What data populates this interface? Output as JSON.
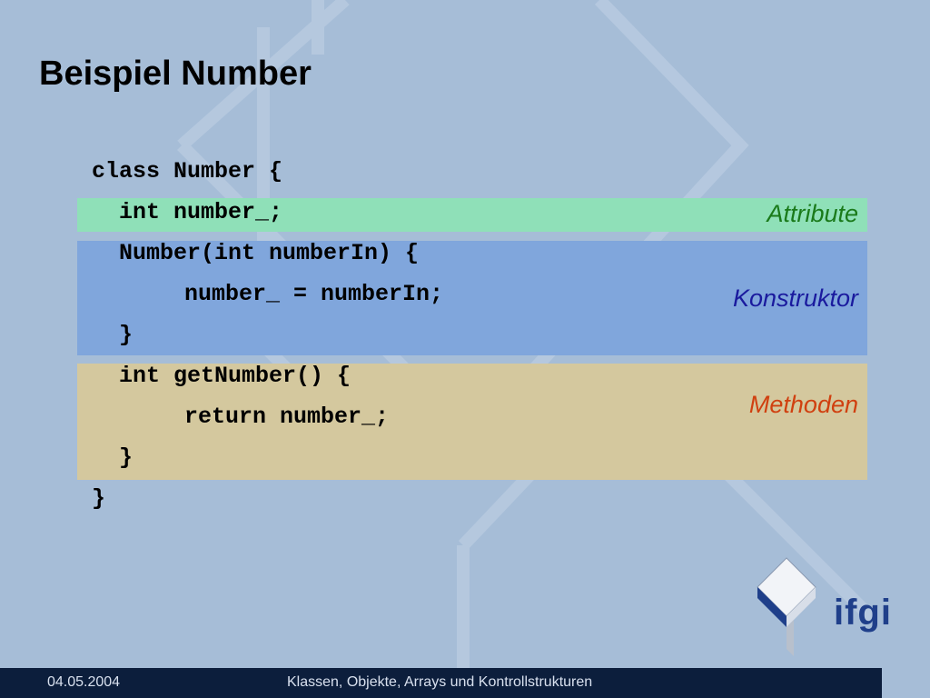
{
  "slide": {
    "title": "Beispiel Number"
  },
  "code": {
    "lines": [
      "class Number {",
      "int number_;",
      "Number(int numberIn) {",
      "number_ = numberIn;",
      "}",
      "int getNumber() {",
      "return number_;",
      "}",
      "}"
    ]
  },
  "bands": {
    "attribute": {
      "label": "Attribute",
      "color": "#8fe0b8",
      "label_color": "#1a7a1a"
    },
    "constructor": {
      "label": "Konstruktor",
      "color": "#80a6dc",
      "label_color": "#1a1a9e"
    },
    "methods": {
      "label": "Methoden",
      "color": "#d4c89e",
      "label_color": "#d04010"
    }
  },
  "logo": {
    "text": "ifgi"
  },
  "footer": {
    "date": "04.05.2004",
    "title": "Klassen, Objekte, Arrays und Kontrollstrukturen"
  }
}
